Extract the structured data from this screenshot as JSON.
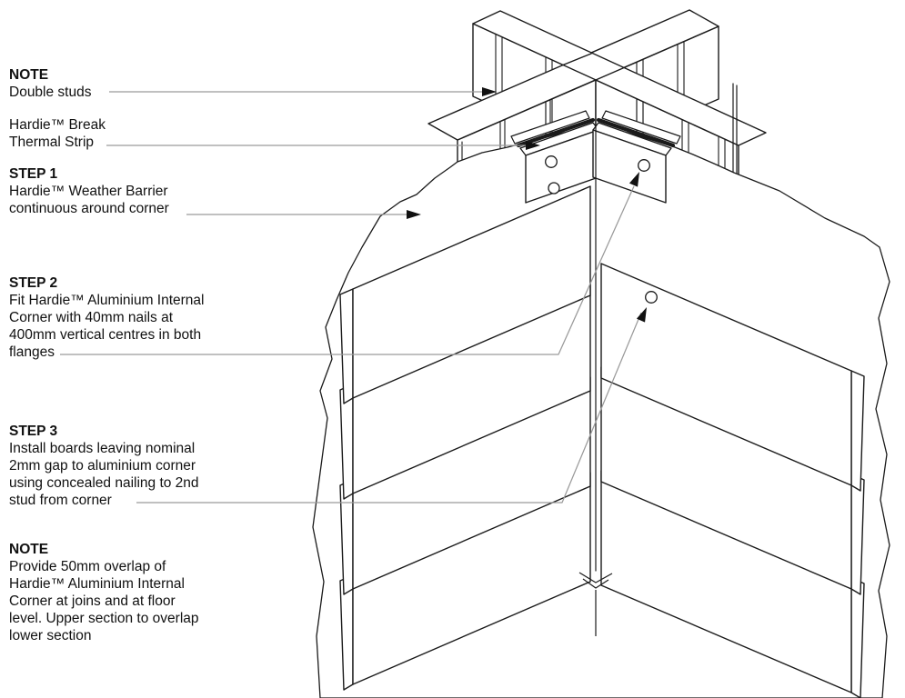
{
  "figure": {
    "colors": {
      "background": "#ffffff",
      "line": "#1a1a1a",
      "leader": "#9a9a9a",
      "arrowhead": "#111111"
    },
    "annotations": {
      "note_top": {
        "heading": "NOTE",
        "lines": [
          "Double studs"
        ]
      },
      "thermal_strip": {
        "lines": [
          "Hardie™ Break",
          "Thermal Strip"
        ]
      },
      "step1": {
        "heading": "STEP 1",
        "lines": [
          "Hardie™ Weather Barrier",
          "continuous around corner"
        ]
      },
      "step2": {
        "heading": "STEP 2",
        "lines": [
          "Fit Hardie™ Aluminium Internal",
          "Corner with 40mm nails at",
          "400mm vertical centres in both",
          "flanges"
        ]
      },
      "step3": {
        "heading": "STEP 3",
        "lines": [
          "Install boards leaving nominal",
          "2mm gap to aluminium corner",
          "using concealed nailing to 2nd",
          "stud from corner"
        ]
      },
      "note_bottom": {
        "heading": "NOTE",
        "lines": [
          "Provide 50mm overlap of",
          "Hardie™ Aluminium Internal",
          "Corner at joins and at floor",
          "level. Upper section to overlap",
          "lower section"
        ]
      }
    }
  }
}
